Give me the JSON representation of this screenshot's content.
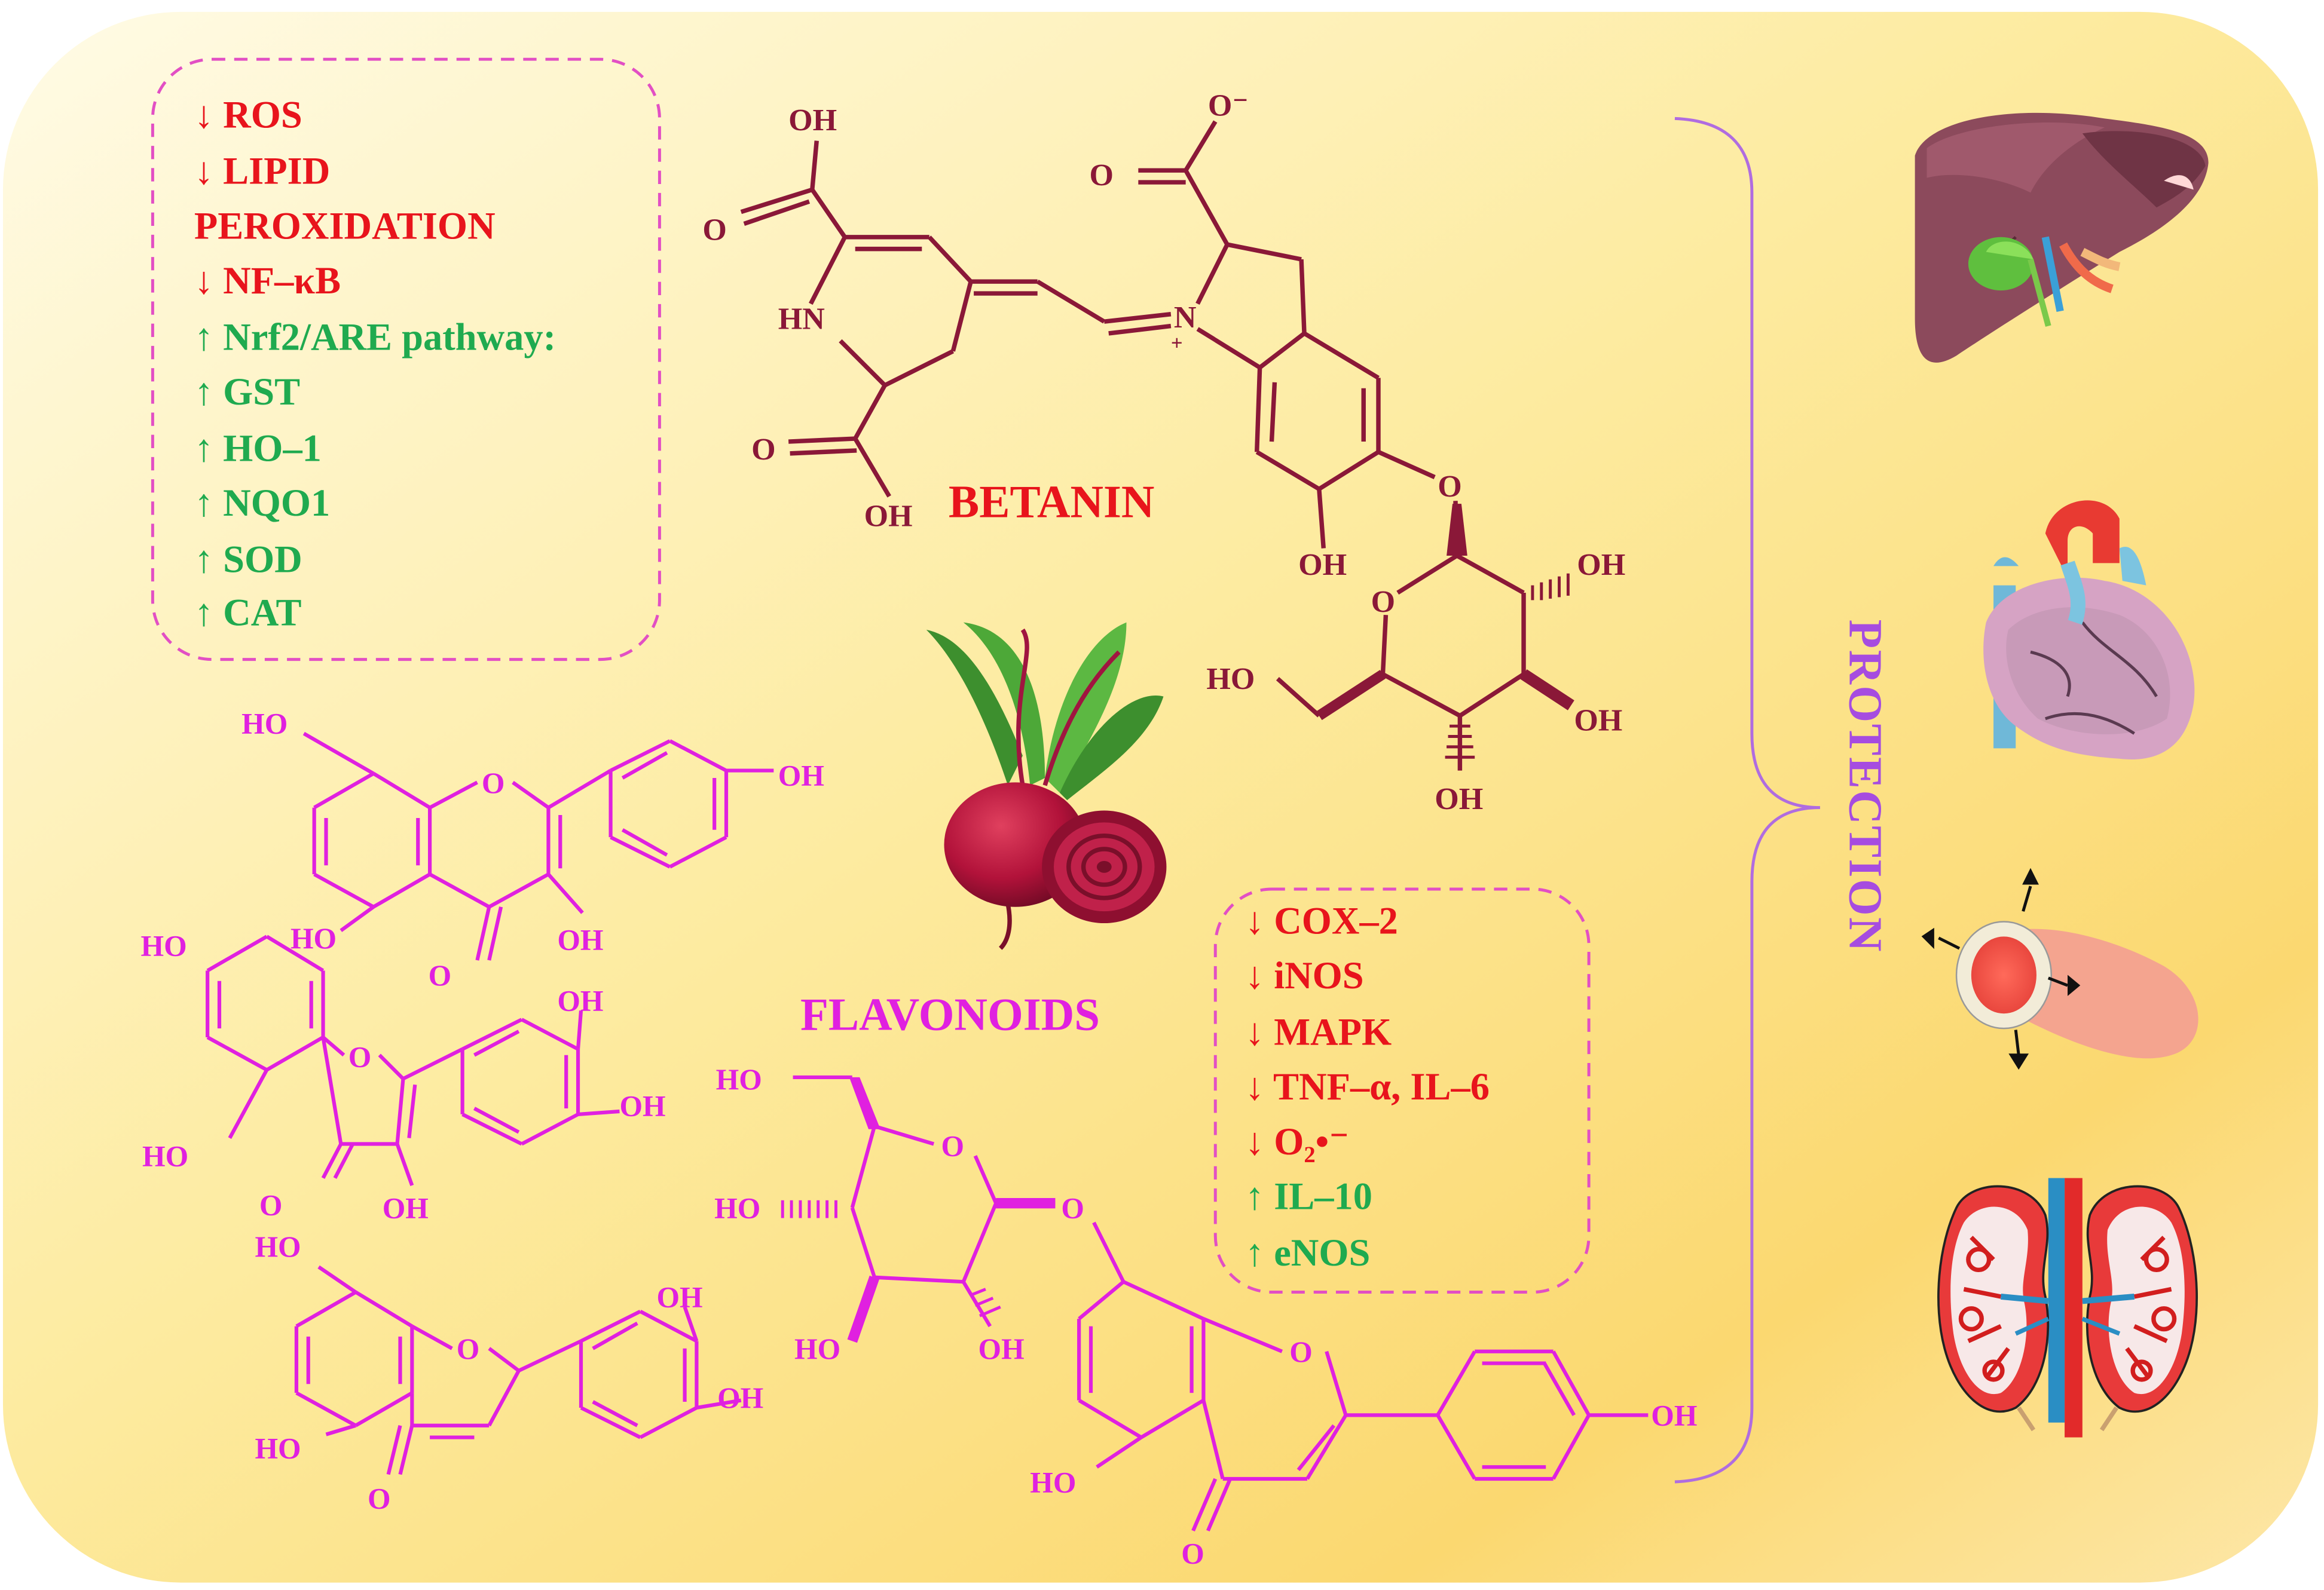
{
  "colors": {
    "red": "#e8141c",
    "green": "#1faa4f",
    "betanin": "#8a1838",
    "flavonoid": "#e020e0",
    "protection": "#a64ce0",
    "dash": "#e24fc4"
  },
  "box_top": {
    "lines": [
      {
        "text": "↓ ROS",
        "color": "red"
      },
      {
        "text": "↓ LIPID",
        "color": "red"
      },
      {
        "text": "PEROXIDATION",
        "color": "red"
      },
      {
        "text": "↓ NF–κB",
        "color": "red"
      },
      {
        "text": "↑ Nrf2/ARE pathway:",
        "color": "green"
      },
      {
        "text": "↑ GST",
        "color": "green"
      },
      {
        "text": "↑ HO–1",
        "color": "green"
      },
      {
        "text": "↑ NQO1",
        "color": "green"
      },
      {
        "text": "↑ SOD",
        "color": "green"
      },
      {
        "text": "↑ CAT",
        "color": "green"
      }
    ]
  },
  "box_bottom": {
    "lines": [
      {
        "text": "↓ COX–2",
        "color": "red"
      },
      {
        "text": "↓ iNOS",
        "color": "red"
      },
      {
        "text": "↓ MAPK",
        "color": "red"
      },
      {
        "text": "↓ TNF–α, IL–6",
        "color": "red"
      },
      {
        "text": "↓ O₂•⁻",
        "color": "red"
      },
      {
        "text": "↑ IL–10",
        "color": "green"
      },
      {
        "text": "↑ eNOS",
        "color": "green"
      }
    ]
  },
  "labels": {
    "betanin": "BETANIN",
    "flavonoids": "FLAVONOIDS",
    "protection": "PROTECTION"
  },
  "atoms": {
    "oh": "OH",
    "ho": "HO",
    "o": "O",
    "o_minus": "O⁻",
    "hn": "HN",
    "n": "N",
    "plus": "+"
  },
  "organs": [
    "liver-icon",
    "heart-icon",
    "blood-vessel-icon",
    "kidneys-icon"
  ],
  "illustration": [
    "beetroot-icon"
  ]
}
